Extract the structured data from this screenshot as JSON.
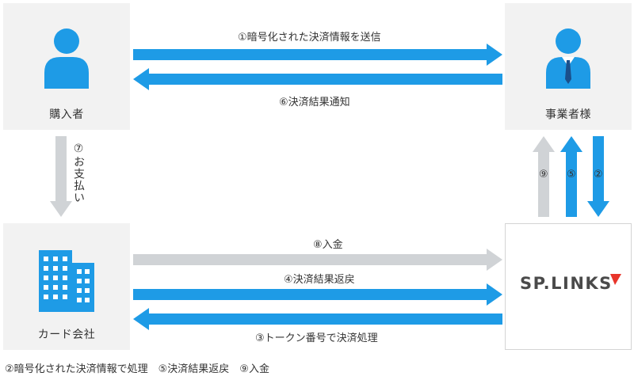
{
  "nodes": {
    "buyer": {
      "label": "購入者"
    },
    "merchant": {
      "label": "事業者様"
    },
    "card_company": {
      "label": "カード会社"
    },
    "splinks": {
      "logo_text": "SP.LINKS"
    }
  },
  "flows": {
    "f1": "①暗号化された決済情報を送信",
    "f6": "⑥決済結果通知",
    "f7": "⑦お支払い",
    "f8": "⑧入金",
    "f4": "④決済結果返戻",
    "f3": "③トークン番号で決済処理",
    "f9": "⑨",
    "f5": "⑤",
    "f2": "②"
  },
  "footnote": "②暗号化された決済情報で処理　⑤決済結果返戻　⑨入金",
  "colors": {
    "blue": "#1e9be6",
    "gray": "#d0d3d6",
    "box_bg": "#f2f2f2",
    "logo_red": "#e8352b"
  },
  "icons": [
    "person-icon",
    "business-person-icon",
    "building-icon"
  ]
}
